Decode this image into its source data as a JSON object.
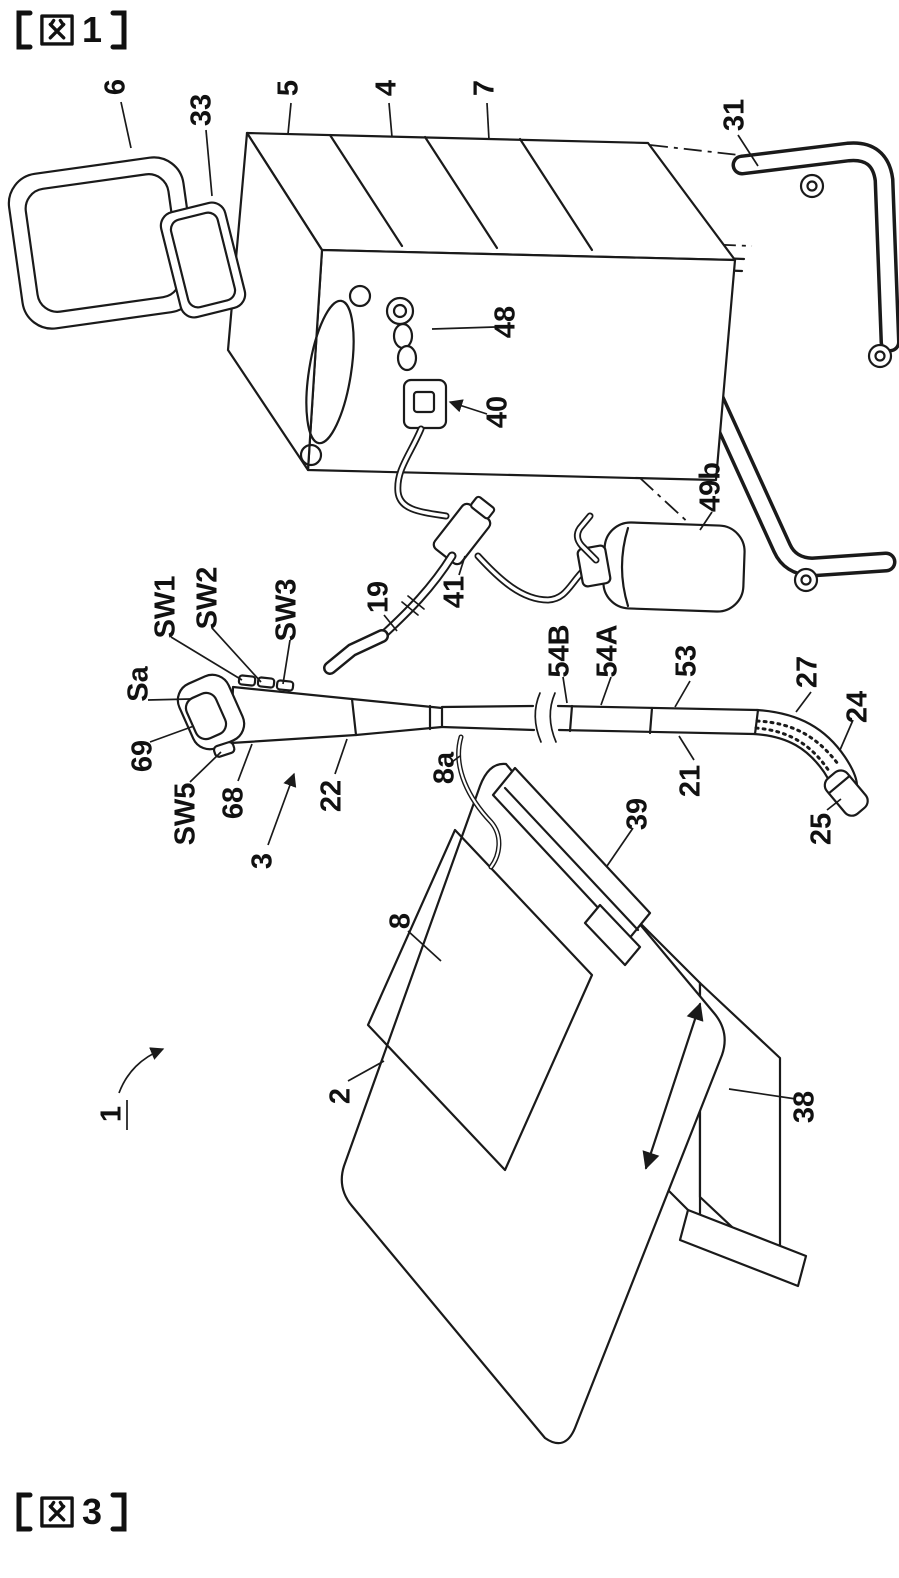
{
  "colors": {
    "ink": "#1a1a1a",
    "paper": "#ffffff"
  },
  "figures": [
    {
      "full": "【図 1】",
      "prefix": "【",
      "kanji": "図",
      "number": "1",
      "suffix": "】"
    },
    {
      "full": "【図 3】",
      "prefix": "【",
      "kanji": "図",
      "number": "3",
      "suffix": "】"
    }
  ],
  "ref_labels": {
    "n6": "6",
    "n33": "33",
    "n5": "5",
    "n4": "4",
    "n7": "7",
    "n31": "31",
    "n48": "48",
    "n40": "40",
    "n49b": "49b",
    "n41": "41",
    "n19": "19",
    "sw1": "SW1",
    "sw2": "SW2",
    "sw3": "SW3",
    "sa": "Sa",
    "n69": "69",
    "sw5": "SW5",
    "n68": "68",
    "n22": "22",
    "n3": "3",
    "n8a": "8a",
    "n54b": "54B",
    "n54a": "54A",
    "n53": "53",
    "n27": "27",
    "n24": "24",
    "n21": "21",
    "n25": "25",
    "n39": "39",
    "n8": "8",
    "n2": "2",
    "n1": "1",
    "n38": "38"
  }
}
